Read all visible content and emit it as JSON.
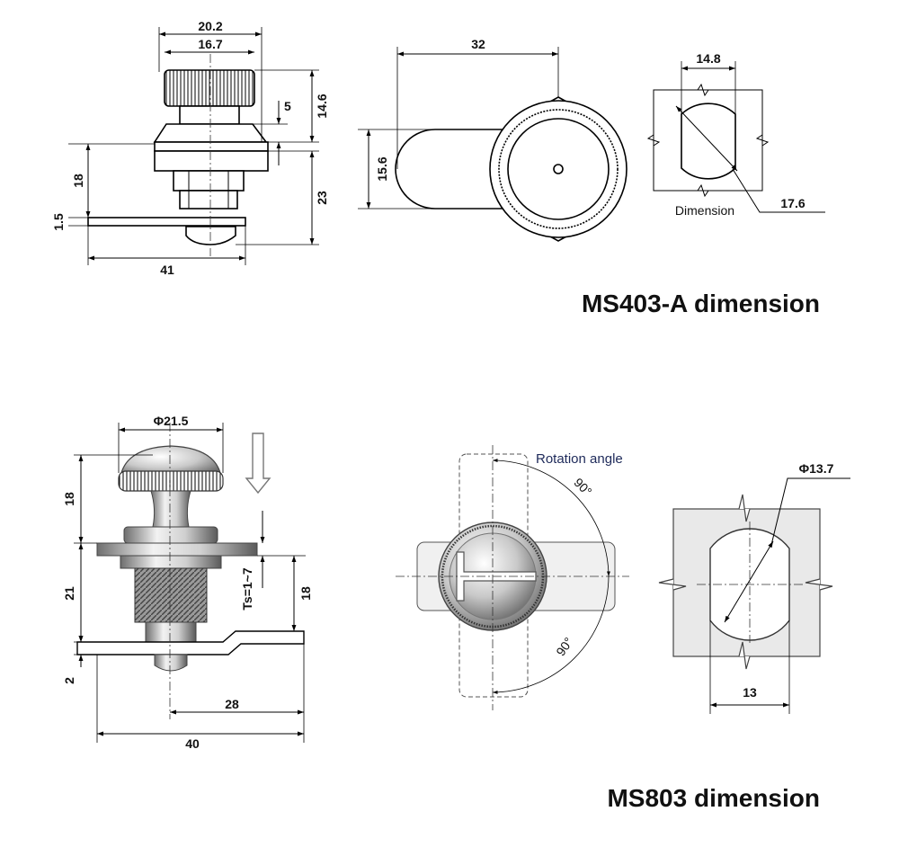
{
  "ms403": {
    "title": "MS403-A dimension",
    "dims": {
      "knob_outer": "20.2",
      "knob_inner": "16.7",
      "gap": "5",
      "knob_height": "14.6",
      "body_height": "18",
      "panel": "1.5",
      "overall_width": "41",
      "shaft_height": "23",
      "cam_length": "32",
      "cam_width": "15.6",
      "cutout_width": "14.8",
      "cutout_diameter": "17.6"
    },
    "cutout_label": "Dimension"
  },
  "ms803": {
    "title": "MS803 dimension",
    "dims": {
      "knob_diameter": "Φ21.5",
      "knob_height": "18",
      "body_height": "21",
      "ts": "Ts=1~7",
      "cam_offset": "18",
      "cam_thickness": "2",
      "cam_reach": "28",
      "overall_width": "40",
      "hole_diameter": "Φ13.7",
      "hole_flat": "13"
    },
    "rotation_label": "Rotation angle",
    "angle_top": "90°",
    "angle_bottom": "90°"
  }
}
